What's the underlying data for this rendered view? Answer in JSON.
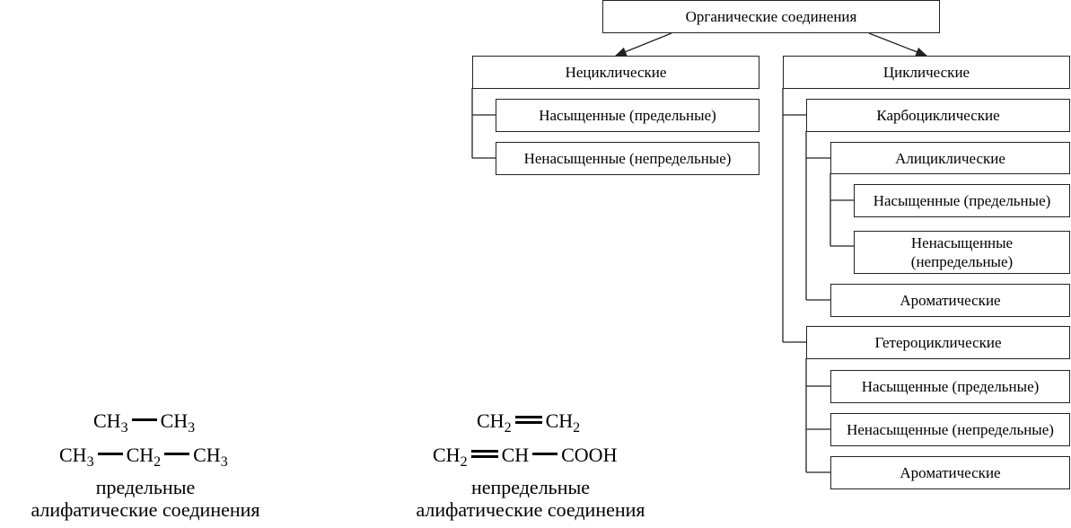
{
  "tree": {
    "root": "Органические соединения",
    "acyclic": {
      "label": "Нециклические",
      "saturated": "Насыщенные (предельные)",
      "unsaturated": "Ненасыщенные (непредельные)"
    },
    "cyclic": {
      "label": "Циклические",
      "carbocyclic": {
        "label": "Карбоциклические",
        "alicyclic": {
          "label": "Алициклические",
          "saturated": "Насыщенные (предельные)",
          "unsaturated": "Ненасыщенные\n(непредельные)"
        },
        "aromatic": "Ароматические"
      },
      "heterocyclic": {
        "label": "Гетероциклические",
        "saturated": "Насыщенные (предельные)",
        "unsaturated": "Ненасыщенные (непредельные)",
        "aromatic": "Ароматические"
      }
    }
  },
  "examples": {
    "saturated": {
      "f1": {
        "a": "CH",
        "a_sub": "3",
        "b": "CH",
        "b_sub": "3"
      },
      "f2": {
        "a": "CH",
        "a_sub": "3",
        "b": "CH",
        "b_sub": "2",
        "c": "CH",
        "c_sub": "3"
      },
      "caption_line1": "предельные",
      "caption_line2": "алифатические соединения"
    },
    "unsaturated": {
      "f1": {
        "a": "CH",
        "a_sub": "2",
        "b": "CH",
        "b_sub": "2"
      },
      "f2": {
        "a": "CH",
        "a_sub": "2",
        "b": "CH",
        "c": "COOH"
      },
      "caption_line1": "непредельные",
      "caption_line2": "алифатические соединения"
    }
  }
}
